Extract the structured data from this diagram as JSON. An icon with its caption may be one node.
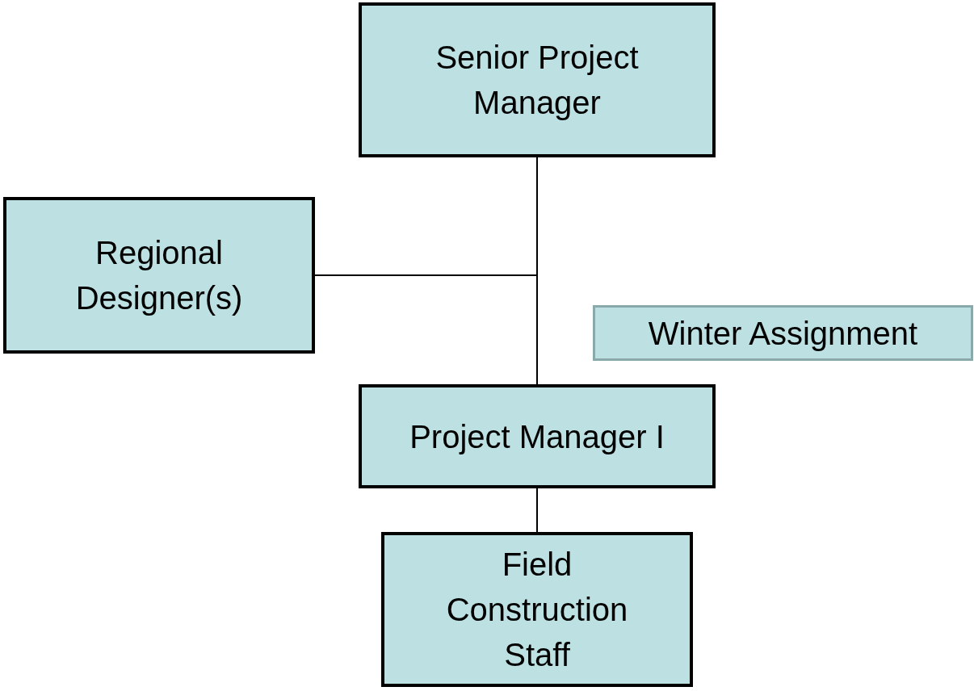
{
  "diagram": {
    "nodes": [
      {
        "text": [
          "Senior Project Manager"
        ]
      },
      {
        "text": [
          "Regional Designer(s)"
        ]
      },
      {
        "text": [
          "Winter Assignment"
        ]
      },
      {
        "text": [
          "Project Manager I"
        ]
      },
      {
        "text": [
          "Field Construction Staff"
        ]
      }
    ],
    "edges": [
      {
        "from": 0,
        "to": 3,
        "arrow": "none"
      },
      {
        "from": 0,
        "to": 1,
        "arrow": "none"
      },
      {
        "from": 3,
        "to": 4,
        "arrow": "none"
      }
    ]
  }
}
